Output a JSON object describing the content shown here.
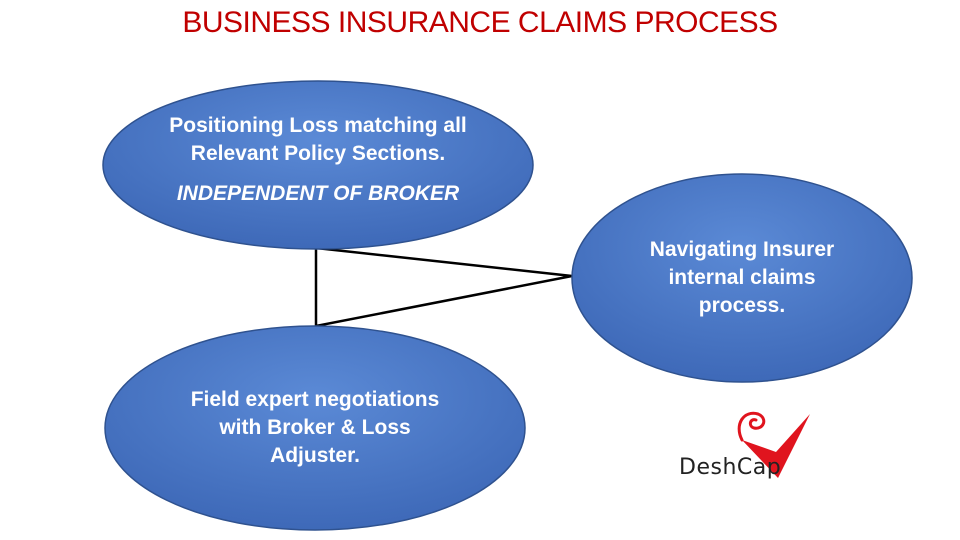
{
  "title": "BUSINESS INSURANCE CLAIMS PROCESS",
  "nodes": {
    "top": {
      "lines": [
        "Positioning Loss matching all",
        "Relevant Policy Sections."
      ],
      "sub": "INDEPENDENT OF BROKER"
    },
    "right": {
      "lines": [
        "Navigating Insurer",
        "internal claims",
        "process."
      ]
    },
    "bottom": {
      "lines": [
        "Field expert negotiations",
        "with Broker & Loss",
        "Adjuster."
      ]
    }
  },
  "logo": {
    "text": "DeshCap",
    "accent_color": "#e0141e"
  },
  "colors": {
    "title": "#c00000",
    "ellipse_fill": "#4472c4",
    "ellipse_stroke": "#2f528f",
    "connector": "#000000"
  }
}
